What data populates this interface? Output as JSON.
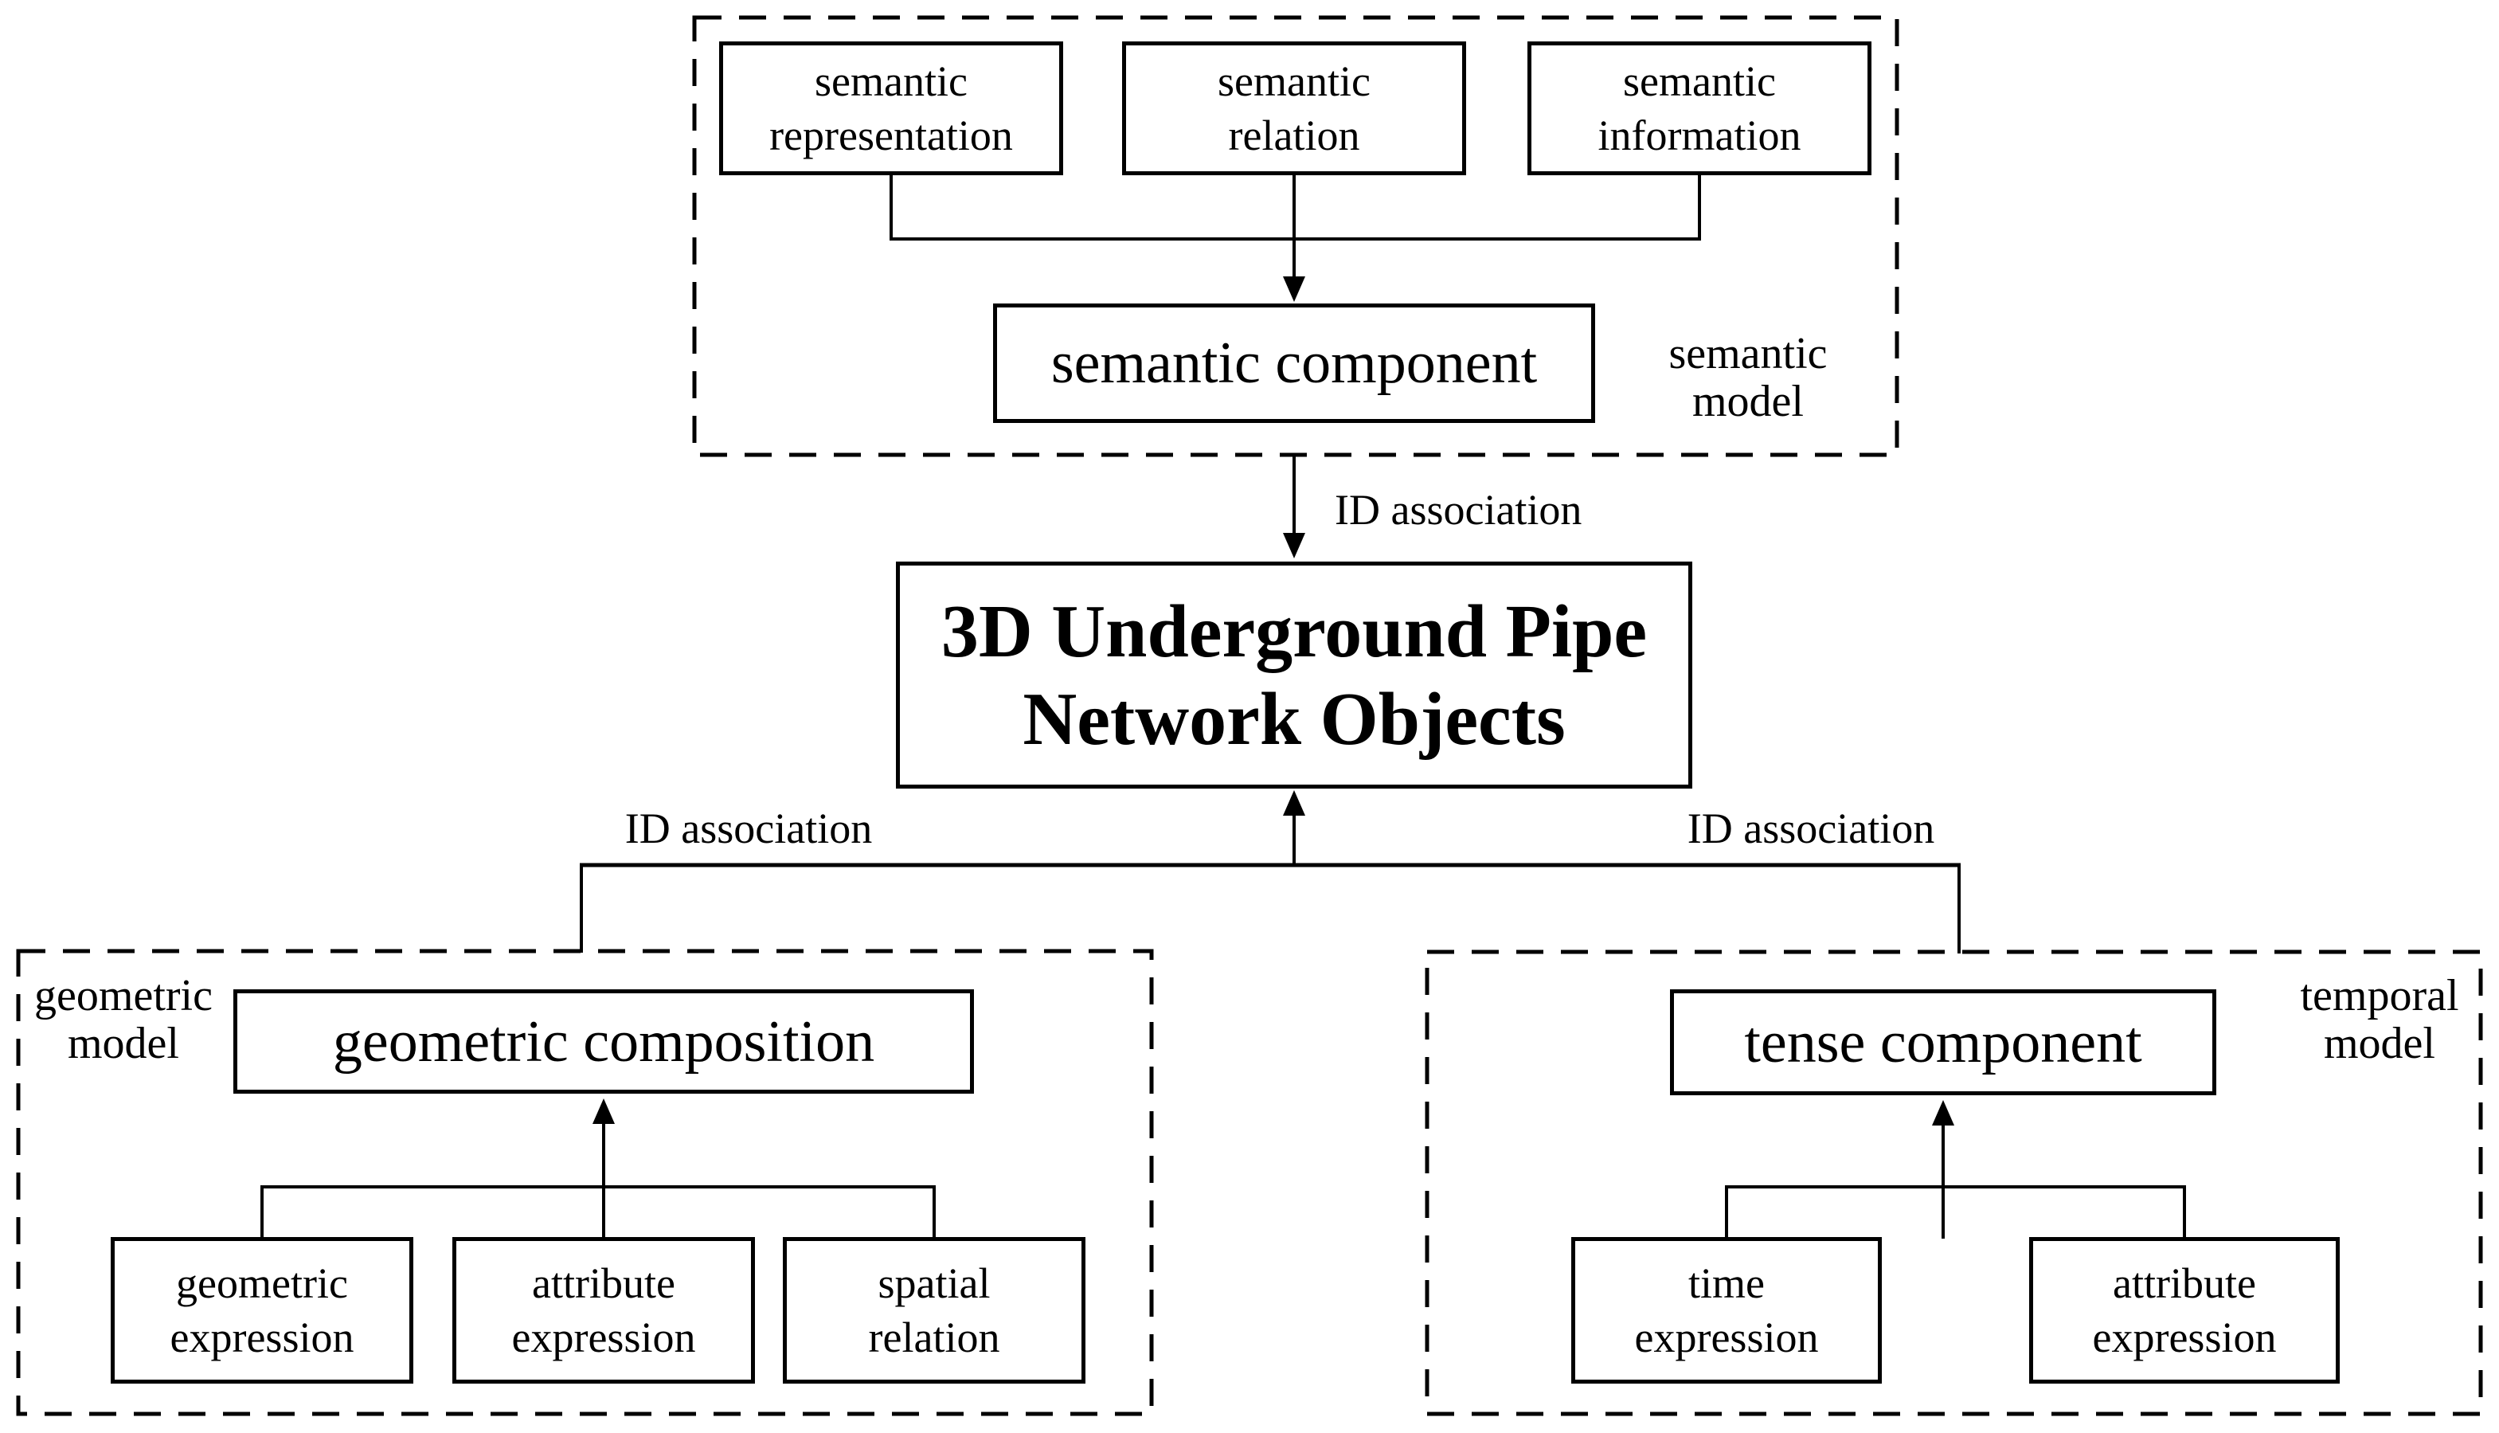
{
  "colors": {
    "ink": "#000000",
    "background": "#ffffff"
  },
  "center_box": {
    "line1": "3D Underground Pipe",
    "line2": "Network Objects"
  },
  "associations": {
    "top": "ID association",
    "left": "ID association",
    "right": "ID association"
  },
  "semantic_model": {
    "group_label": {
      "line1": "semantic",
      "line2": "model"
    },
    "component": "semantic component",
    "children": [
      {
        "line1": "semantic",
        "line2": "representation"
      },
      {
        "line1": "semantic",
        "line2": "relation"
      },
      {
        "line1": "semantic",
        "line2": "information"
      }
    ]
  },
  "geometric_model": {
    "group_label": {
      "line1": "geometric",
      "line2": "model"
    },
    "component": "geometric composition",
    "children": [
      {
        "line1": "geometric",
        "line2": "expression"
      },
      {
        "line1": "attribute",
        "line2": "expression"
      },
      {
        "line1": "spatial",
        "line2": "relation"
      }
    ]
  },
  "temporal_model": {
    "group_label": {
      "line1": "temporal",
      "line2": "model"
    },
    "component": "tense component",
    "children": [
      {
        "line1": "time",
        "line2": "expression"
      },
      {
        "line1": "attribute",
        "line2": "expression"
      }
    ]
  }
}
